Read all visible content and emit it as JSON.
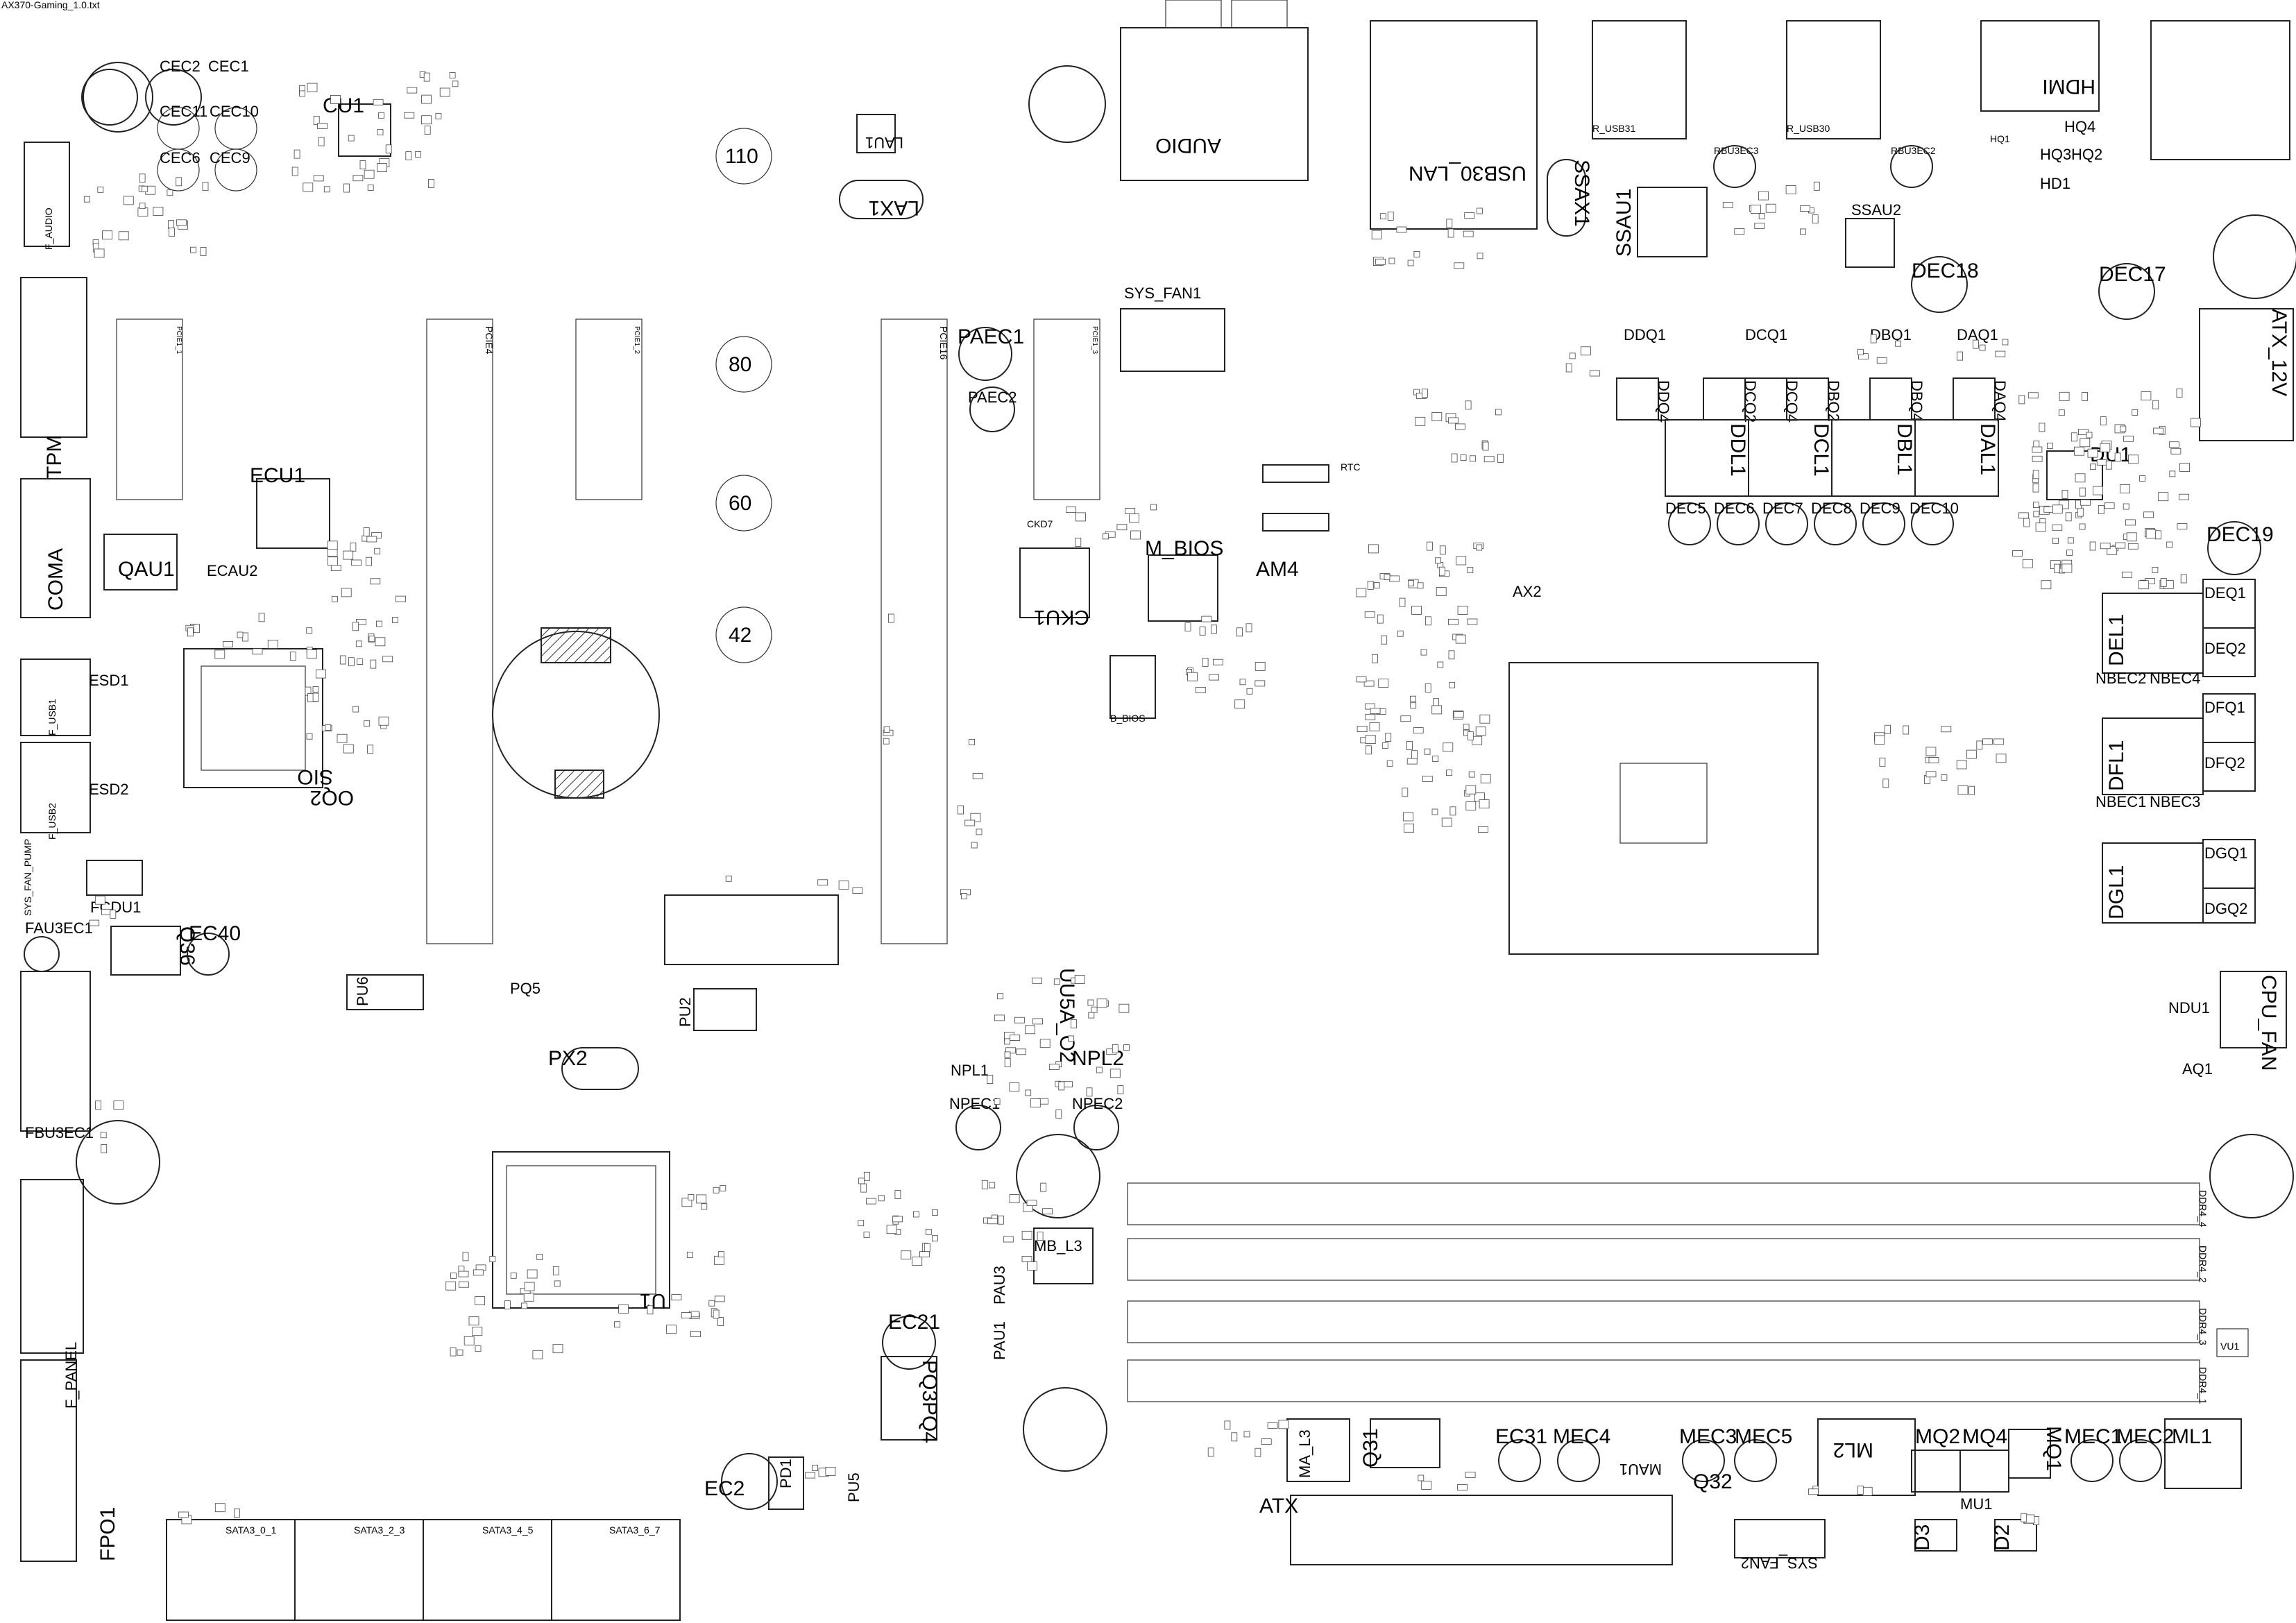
{
  "file_title": "AX370-Gaming_1.0.txt",
  "mount_hole_labels": [
    "110",
    "80",
    "60",
    "42"
  ],
  "labels": {
    "cec2": "CEC2",
    "cec1": "CEC1",
    "cec11": "CEC11",
    "cec10": "CEC10",
    "cec6": "CEC6",
    "cec9": "CEC9",
    "cu1": "CU1",
    "f_audio": "F_AUDIO",
    "tpm": "TPM",
    "coma": "COMA",
    "qau1": "QAU1",
    "ecu1": "ECU1",
    "ecau2": "ECAU2",
    "esd1": "ESD1",
    "f_usb1": "F_USB1",
    "esd2": "ESD2",
    "f_usb2": "F_USB2",
    "sio": "SIO",
    "oq2": "OQ2",
    "sys_fan_pump": "SYS_FAN_PUMP",
    "fcdu1": "FCDU1",
    "fau3ec1": "FAU3EC1",
    "q36": "Q36",
    "ec40": "EC40",
    "fbu3ec1": "FBU3EC1",
    "f_panel": "F_PANEL",
    "fp01": "FPO1",
    "pu6": "PU6",
    "pq5": "PQ5",
    "pu2": "PU2",
    "px2": "PX2",
    "u1": "U1",
    "sata01": "SATA3_0_1",
    "sata23": "SATA3_2_3",
    "sata45": "SATA3_4_5",
    "sata67": "SATA3_6_7",
    "ec2": "EC2",
    "pd1": "PD1",
    "pu5": "PU5",
    "ec21": "EC21",
    "pq3pq4": "PQ3PQ4",
    "pau1": "PAU1",
    "pau3": "PAU3",
    "mb_l3": "MB_L3",
    "lau1": "LAU1",
    "lax1": "LAX1",
    "paec1": "PAEC1",
    "paec2": "PAEC2",
    "sys_fan1": "SYS_FAN1",
    "ckd7": "CKD7",
    "cku1": "CKU1",
    "m_bios": "M_BIOS",
    "am4": "AM4",
    "b_bios": "B_BIOS",
    "rtc": "RTC",
    "ax2": "AX2",
    "audio": "AUDIO",
    "usb30_lan": "USB30_LAN",
    "ssax1": "SSAX1",
    "ssau1": "SSAU1",
    "r_usb31": "R_USB31",
    "rbu3ec3": "RBU3EC3",
    "r_usb30": "R_USB30",
    "rbu3ec2": "RBU3EC2",
    "ssau2": "SSAU2",
    "hdmi": "HDMI",
    "dec18": "DEC18",
    "dec17": "DEC17",
    "hq4": "HQ4",
    "hq3": "HQ3",
    "hq2": "HQ2",
    "hd1": "HD1",
    "hq1": "HQ1",
    "ddq1": "DDQ1",
    "dcq1": "DCQ1",
    "dbq1": "DBQ1",
    "daq1": "DAQ1",
    "ddq4": "DDQ4",
    "dcq2": "DCQ2",
    "dcq4": "DCQ4",
    "dbq2": "DBQ2",
    "dbq4": "DBQ4",
    "daq4": "DAQ4",
    "ddl1": "DDL1",
    "dcl1": "DCL1",
    "dbl1": "DBL1",
    "dal1": "DAL1",
    "dec5": "DEC5",
    "dec6": "DEC6",
    "dec7": "DEC7",
    "dec8": "DEC8",
    "dec9": "DEC9",
    "dec10": "DEC10",
    "atx_12v": "ATX_12V",
    "du1": "DU1",
    "dec19": "DEC19",
    "deq1": "DEQ1",
    "deq2": "DEQ2",
    "del1": "DEL1",
    "nbec2": "NBEC2",
    "nbec4": "NBEC4",
    "dfq1": "DFQ1",
    "dfq2": "DFQ2",
    "dfl1": "DFL1",
    "nbec1": "NBEC1",
    "nbec3": "NBEC3",
    "dgq1": "DGQ1",
    "dgq2": "DGQ2",
    "dgl1": "DGL1",
    "cpu_fan": "CPU_FAN",
    "ndu1": "NDU1",
    "aq1": "AQ1",
    "npl1": "NPL1",
    "npl2": "NPL2",
    "npec1": "NPEC1",
    "npec2": "NPEC2",
    "uu5a": "UU5A_O2",
    "ddr4_4": "DDR4_4",
    "ddr4_2": "DDR4_2",
    "ddr4_3": "DDR4_3",
    "ddr4_1": "DDR4_1",
    "vu1": "VU1",
    "atx": "ATX",
    "ma_l3": "MA_L3",
    "q31": "Q31",
    "ec31": "EC31",
    "mec4": "MEC4",
    "mau1": "MAU1",
    "mec3": "MEC3",
    "mec5": "MEC5",
    "ml2": "ML2",
    "mq2": "MQ2",
    "mq4": "MQ4",
    "mq1": "MQ1",
    "mec1": "MEC1",
    "mec2": "MEC2",
    "ml1": "ML1",
    "q32": "Q32",
    "sys_fan2": "SYS_FAN2",
    "mu1": "MU1",
    "d3": "D3",
    "d2": "D2",
    "pcie16": "PCIE16",
    "pcie4": "PCIE4",
    "pcie1_1": "PCIE1_1",
    "pcie1_2": "PCIE1_2",
    "pcie1_3": "PCIE1_3"
  }
}
